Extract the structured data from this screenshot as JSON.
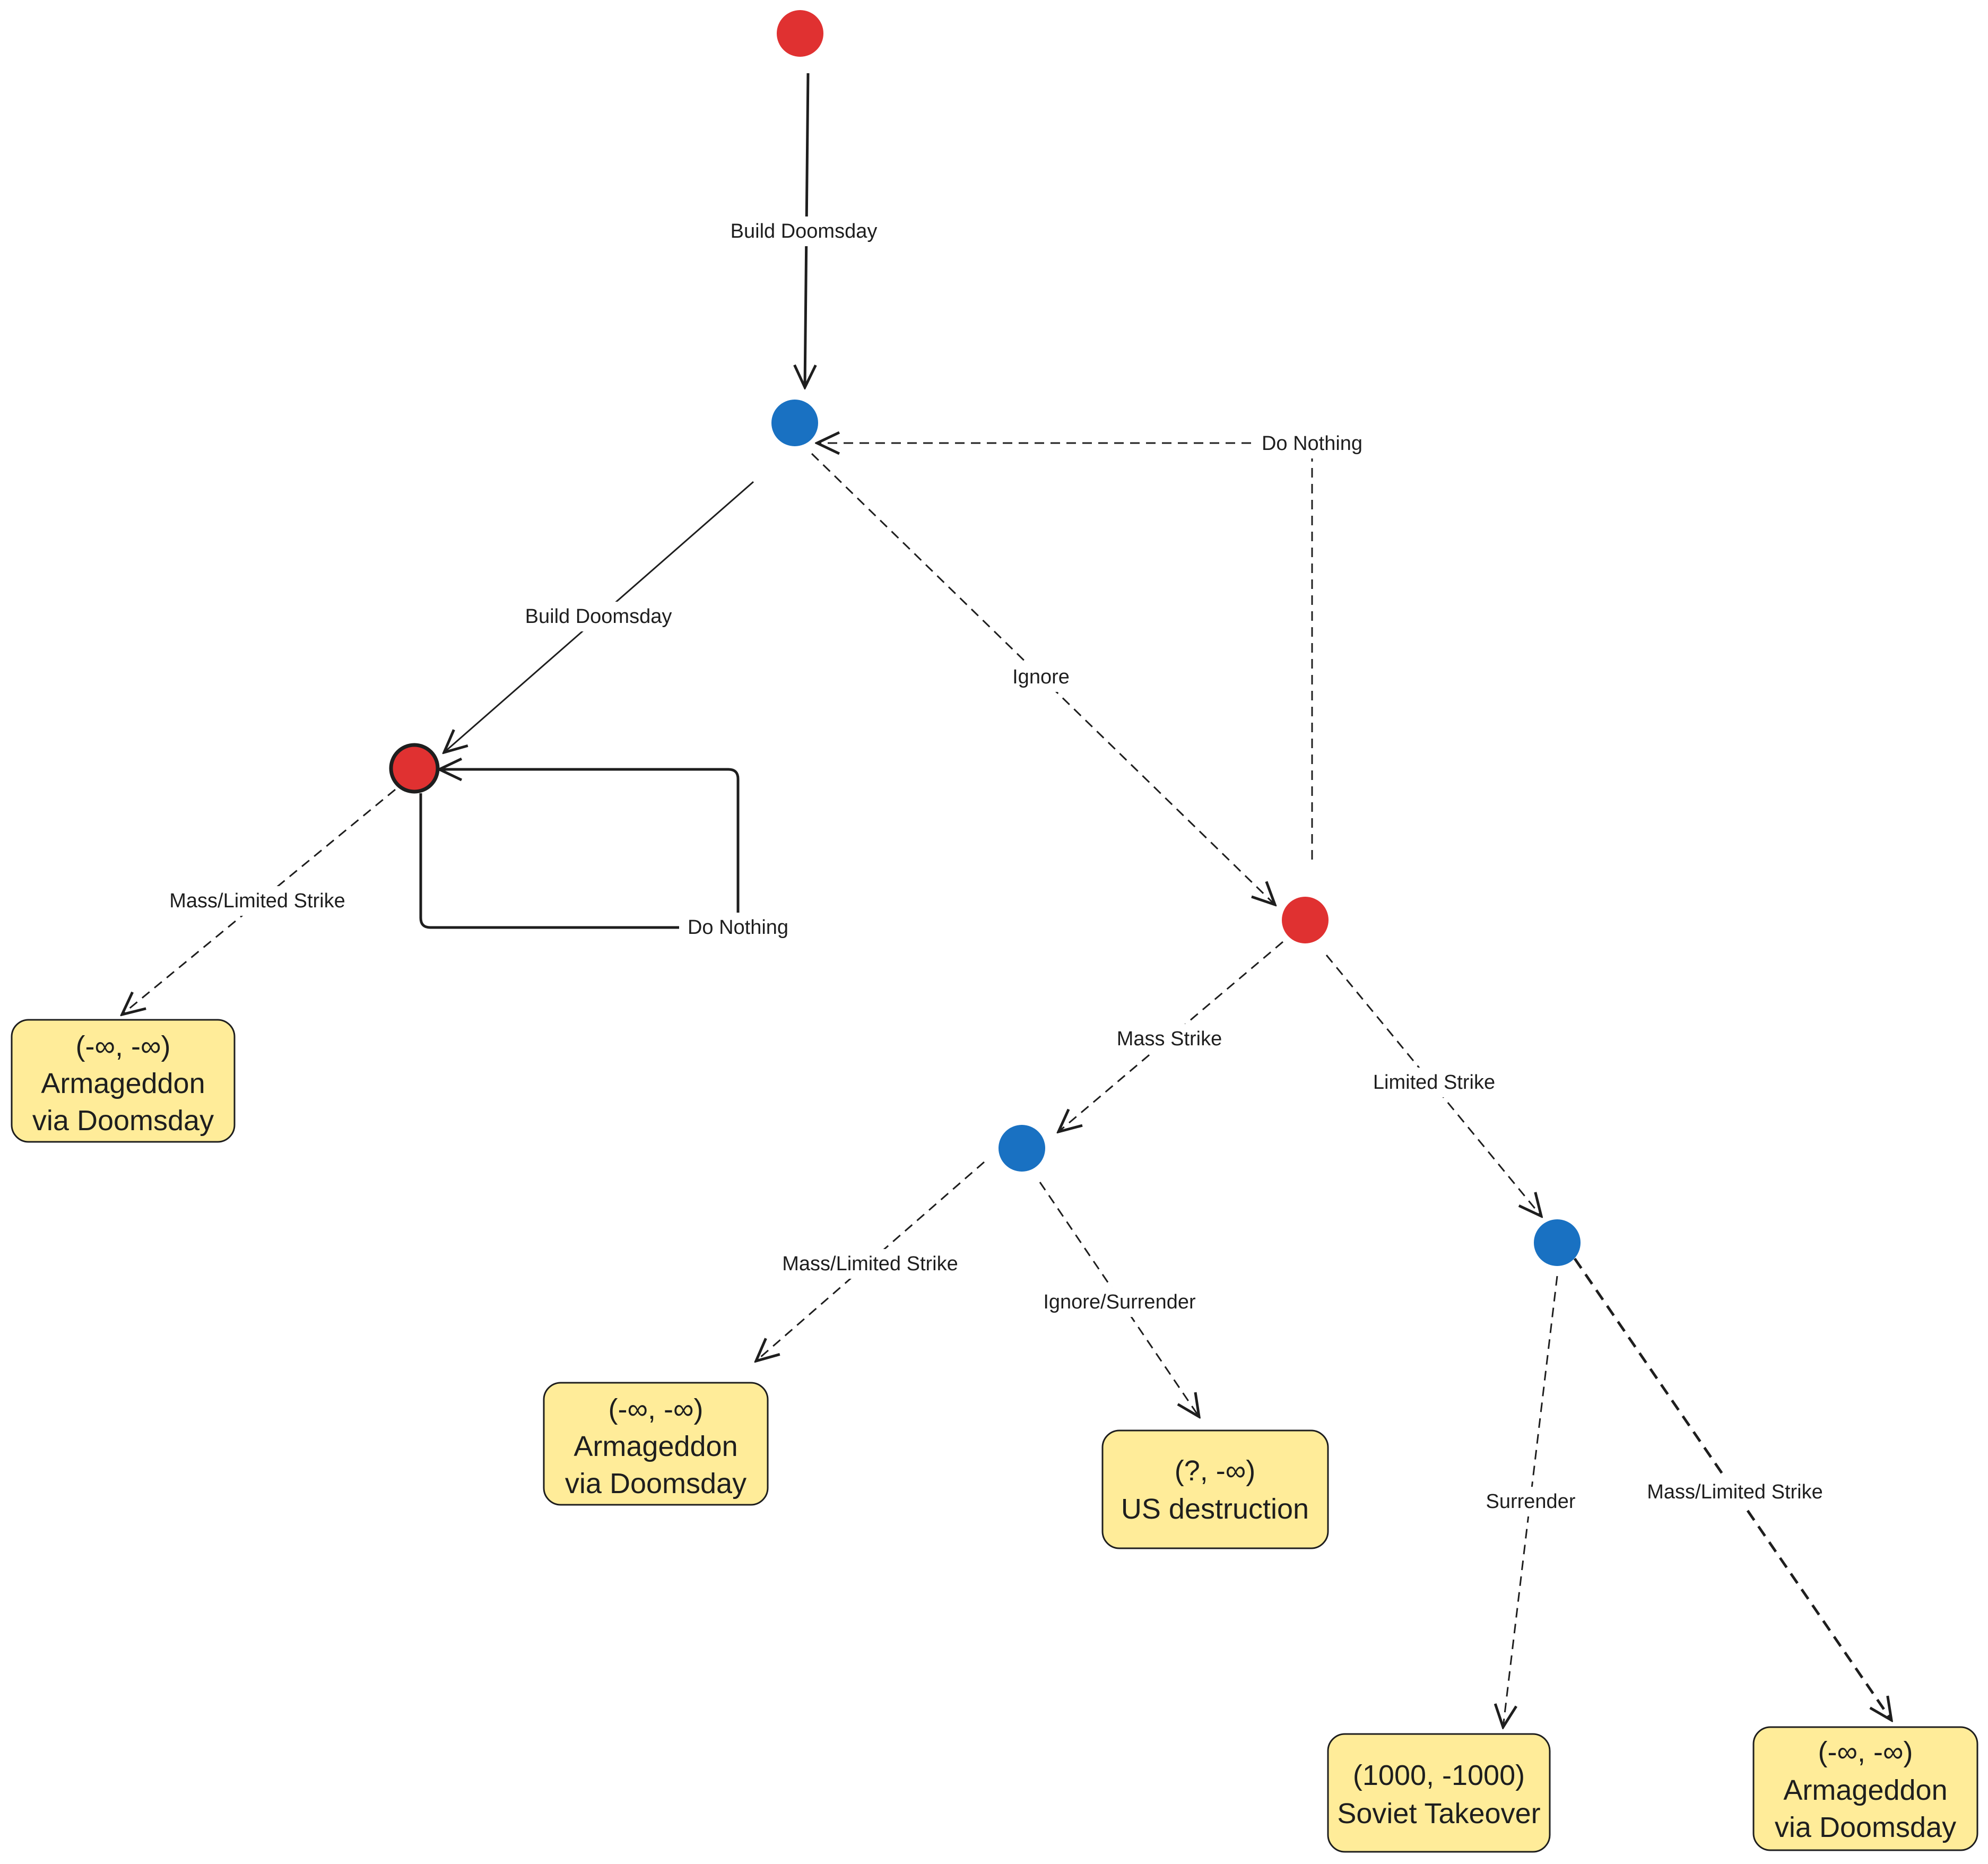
{
  "colors": {
    "red_node": "#e03131",
    "blue_node": "#1971c2",
    "box_fill": "#ffec99",
    "stroke": "#1e1e1e"
  },
  "nodes": [
    {
      "id": "n-top-red",
      "color": "red"
    },
    {
      "id": "n-blue-1",
      "color": "blue"
    },
    {
      "id": "n-red-left",
      "color": "red"
    },
    {
      "id": "n-red-right",
      "color": "red"
    },
    {
      "id": "n-blue-mid",
      "color": "blue"
    },
    {
      "id": "n-blue-right",
      "color": "blue"
    }
  ],
  "edges": {
    "top_build": "Build Doomsday",
    "left_build": "Build Doomsday",
    "ignore": "Ignore",
    "do_nothing_right": "Do Nothing",
    "do_nothing_loop": "Do Nothing",
    "left_strike": "Mass/Limited Strike",
    "mass_strike": "Mass Strike",
    "limited_strike": "Limited Strike",
    "mid_strike": "Mass/Limited Strike",
    "ignore_surrender": "Ignore/Surrender",
    "surrender": "Surrender",
    "right_strike": "Mass/Limited Strike"
  },
  "outcomes": {
    "left": {
      "line1": "(-∞, -∞)",
      "line2": "Armageddon",
      "line3": "via Doomsday"
    },
    "mid_left": {
      "line1": "(-∞, -∞)",
      "line2": "Armageddon",
      "line3": "via Doomsday"
    },
    "mid_right": {
      "line1": "(?, -∞)",
      "line2": "US destruction"
    },
    "soviet": {
      "line1": "(1000, -1000)",
      "line2": "Soviet Takeover"
    },
    "right": {
      "line1": "(-∞, -∞)",
      "line2": "Armageddon",
      "line3": "via Doomsday"
    }
  }
}
